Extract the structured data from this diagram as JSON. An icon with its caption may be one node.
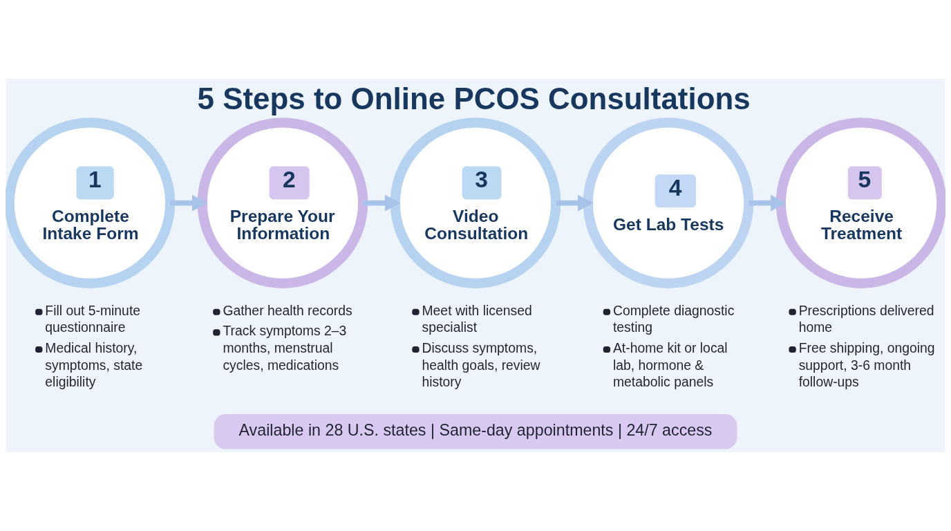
{
  "diagram": {
    "title": "5 Steps to Online PCOS Consultations",
    "nodes": [
      {
        "text": [
          "1",
          "Complete Intake Form"
        ],
        "beside": [
          "Fill out 5-minute questionnaire",
          "Medical history, symptoms, state eligibility"
        ]
      },
      {
        "text": [
          "2",
          "Prepare Your Information"
        ],
        "beside": [
          "Gather health records",
          "Track symptoms 2–3 months, menstrual cycles, medications"
        ]
      },
      {
        "text": [
          "3",
          "Video Consultation"
        ],
        "beside": [
          "Meet with licensed specialist",
          "Discuss symptoms, health goals, review history"
        ]
      },
      {
        "text": [
          "4",
          "Get Lab Tests"
        ],
        "beside": [
          "Complete diagnostic testing",
          "At-home kit or local lab, hormone & metabolic panels"
        ]
      },
      {
        "text": [
          "5",
          "Receive Treatment"
        ],
        "beside": [
          "Prescriptions delivered home",
          "Free shipping, ongoing support, 3-6 month follow-ups"
        ]
      },
      {
        "text": [
          "Available in 28 U.S. states | Same-day appointments | 24/7 access"
        ]
      }
    ],
    "edges": [
      {
        "from": 0,
        "to": 1,
        "arrow": "to"
      },
      {
        "from": 1,
        "to": 2,
        "arrow": "to"
      },
      {
        "from": 2,
        "to": 3,
        "arrow": "to"
      },
      {
        "from": 3,
        "to": 4,
        "arrow": "to"
      }
    ]
  }
}
